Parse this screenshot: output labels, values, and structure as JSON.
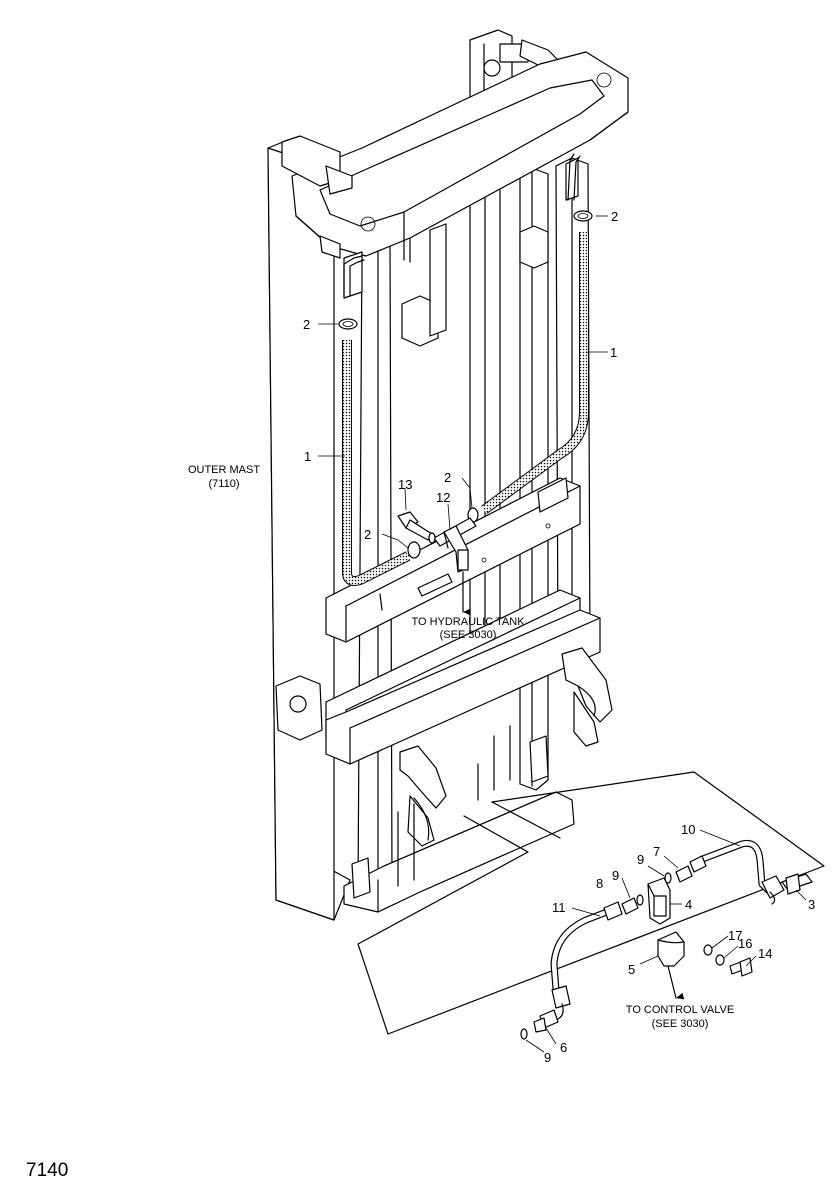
{
  "page_number": "7140",
  "notes": {
    "outer_mast_line1": "OUTER MAST",
    "outer_mast_line2": "(7110)",
    "tank_line1": "TO HYDRAULIC TANK",
    "tank_line2": "(SEE 3030)",
    "valve_line1": "TO  CONTROL VALVE",
    "valve_line2": "(SEE 3030)"
  },
  "callouts": {
    "c2a": "2",
    "c2b": "2",
    "c2c": "2",
    "c2d": "2",
    "c1a": "1",
    "c1b": "1",
    "c13": "13",
    "c12": "12",
    "c10": "10",
    "c7": "7",
    "c9a": "9",
    "c9b": "9",
    "c9c": "9",
    "c8": "8",
    "c4": "4",
    "c3": "3",
    "c11": "11",
    "c17": "17",
    "c16": "16",
    "c14": "14",
    "c5": "5",
    "c6": "6"
  }
}
